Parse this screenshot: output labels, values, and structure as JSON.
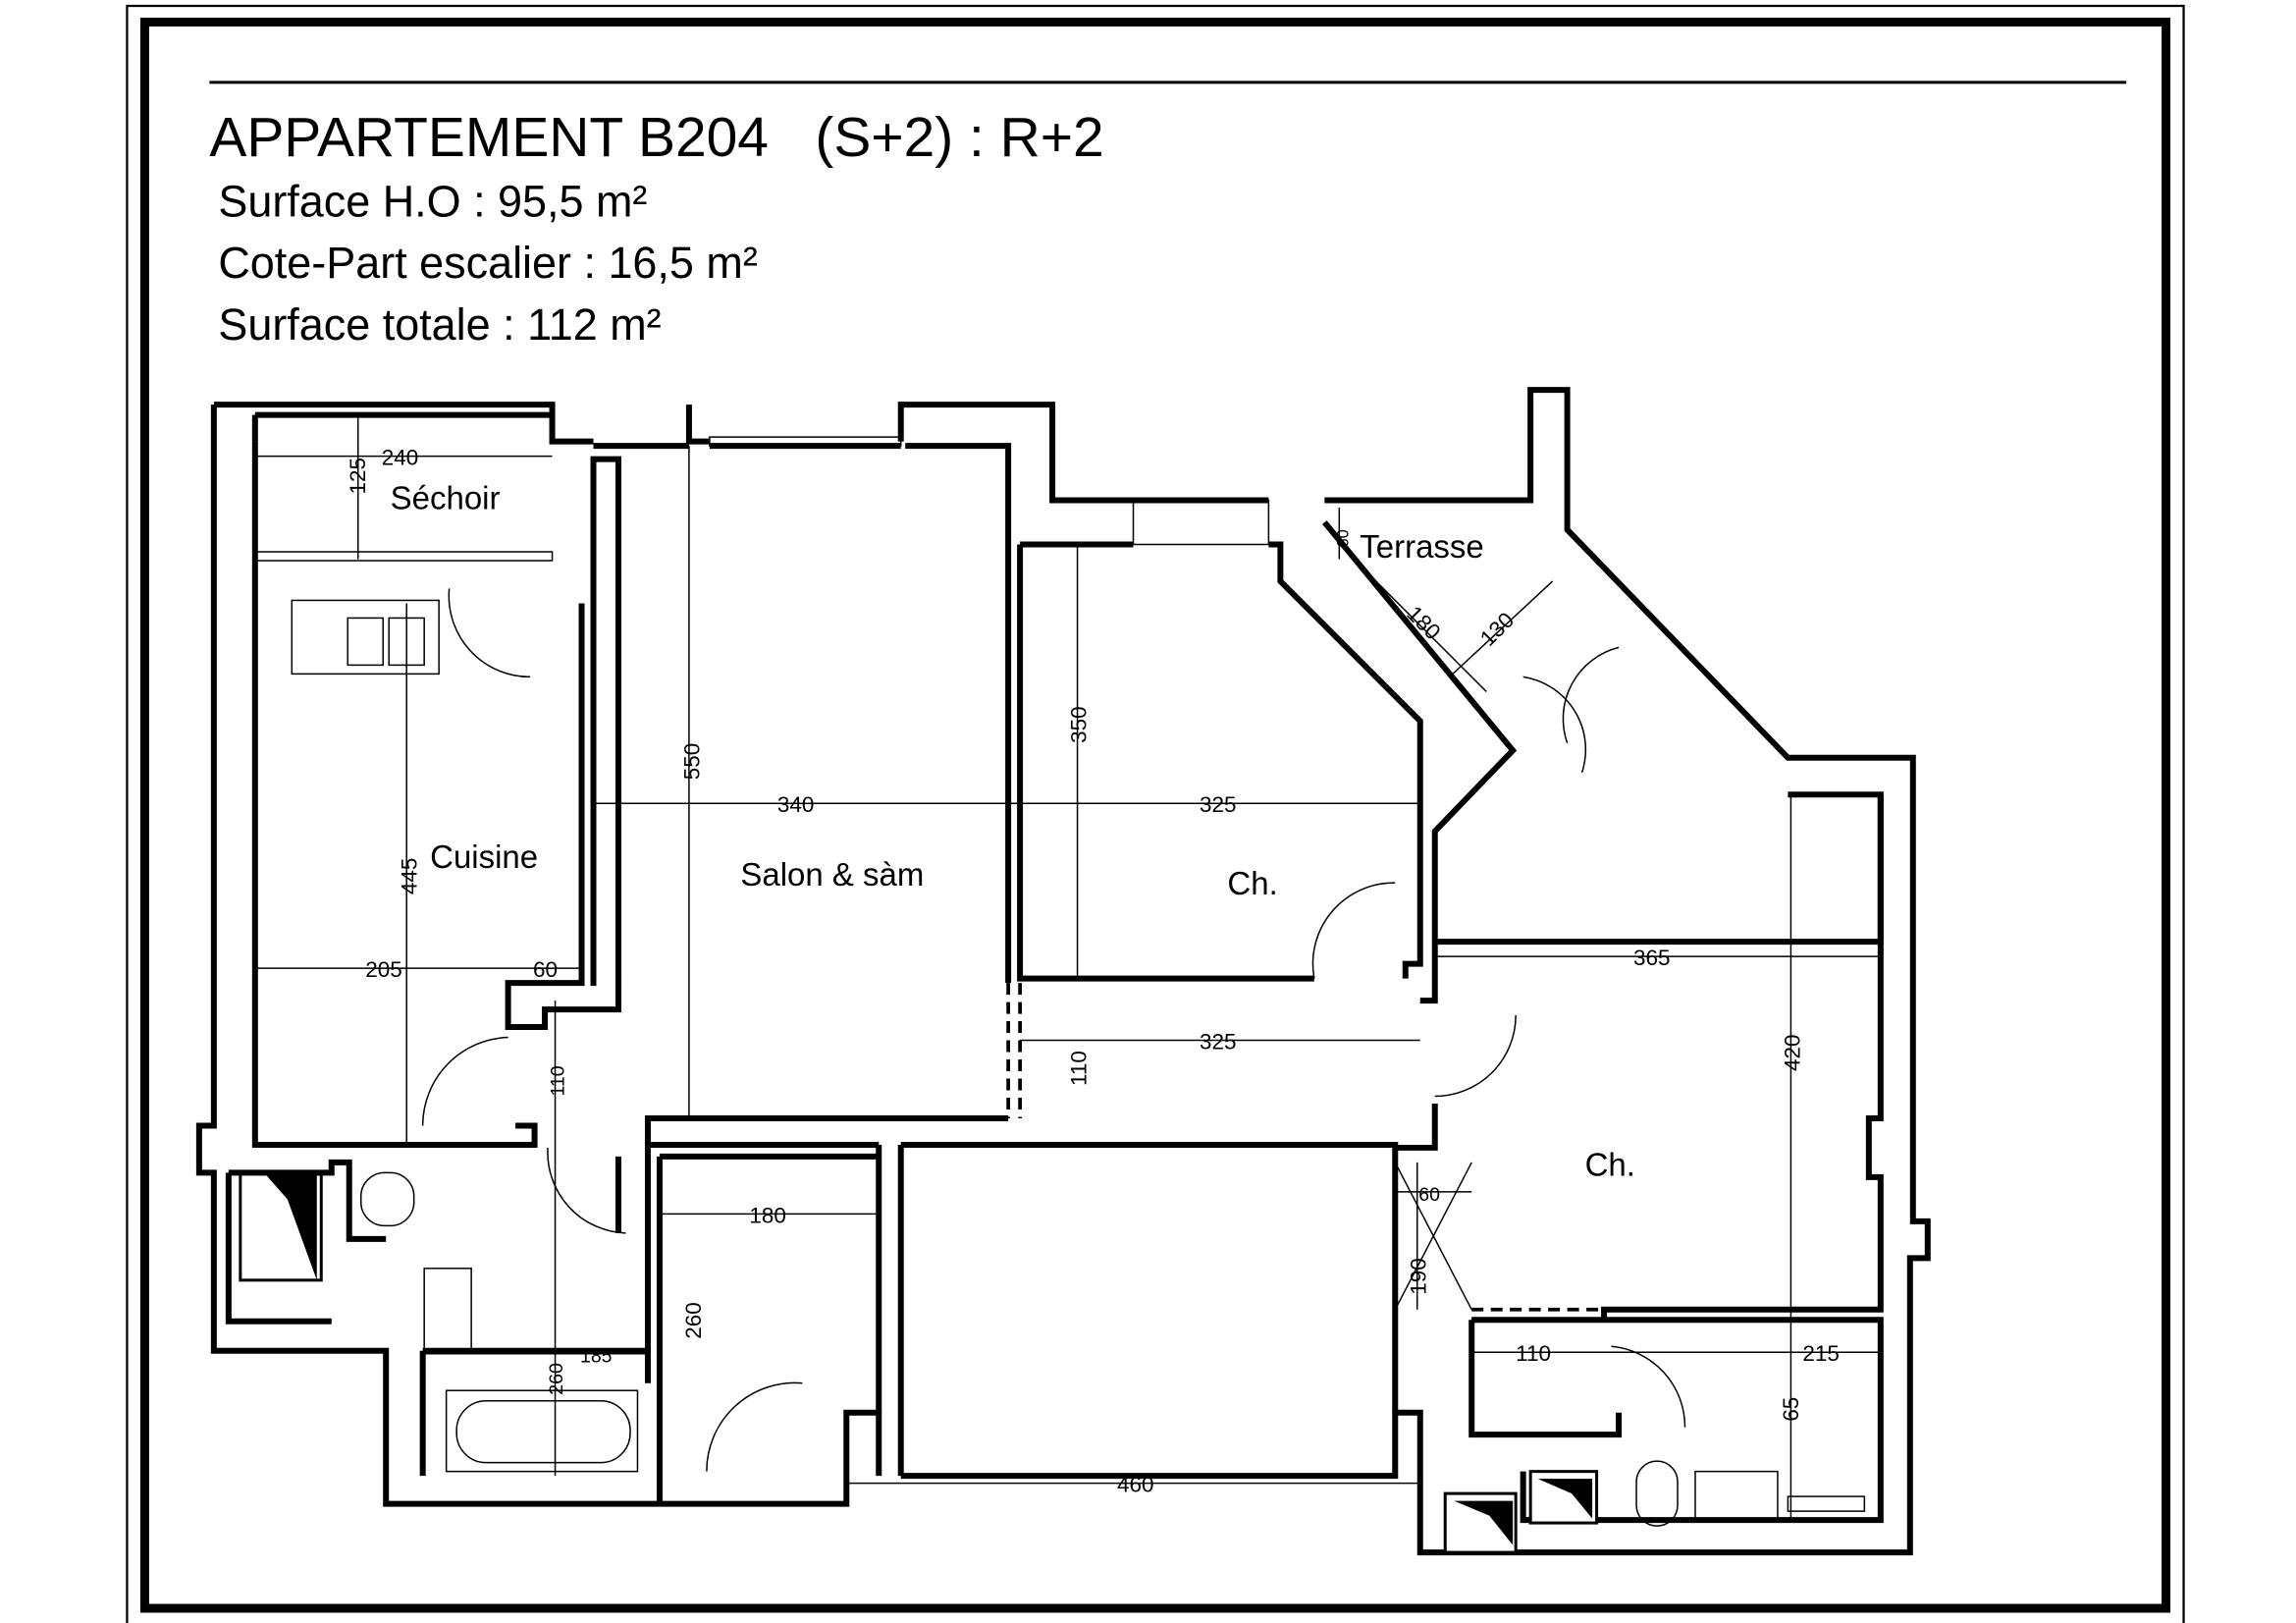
{
  "header": {
    "title": "APPARTEMENT B204   (S+2) : R+2",
    "surface_ho": "Surface H.O : 95,5 m²",
    "cote_part": "Cote-Part escalier : 16,5 m²",
    "surface_totale": "Surface totale : 112 m²"
  },
  "rooms": {
    "sechoir": "Séchoir",
    "cuisine": "Cuisine",
    "salon": "Salon & sàm",
    "chambre1": "Ch.",
    "terrasse": "Terrasse",
    "chambre2": "Ch."
  },
  "dimensions": {
    "sechoir_w": "240",
    "sechoir_h": "125",
    "cuisine_h": "445",
    "cuisine_w": "205",
    "cuisine_w2": "60",
    "salon_h": "550",
    "salon_w": "340",
    "ch1_w": "325",
    "ch1_h": "350",
    "terrasse_a": "60",
    "terrasse_b": "180",
    "terrasse_c": "130",
    "ch2_w": "365",
    "ch2_h": "420",
    "hall_h": "110",
    "hall_w": "325",
    "entry_h": "110",
    "corridor_w": "180",
    "corridor_h": "260",
    "bath_w": "185",
    "bath_h": "260",
    "hall2_w": "460",
    "closet_w": "60",
    "closet_h": "190",
    "bath2_a": "110",
    "bath2_b": "215",
    "bath2_c": "65"
  }
}
